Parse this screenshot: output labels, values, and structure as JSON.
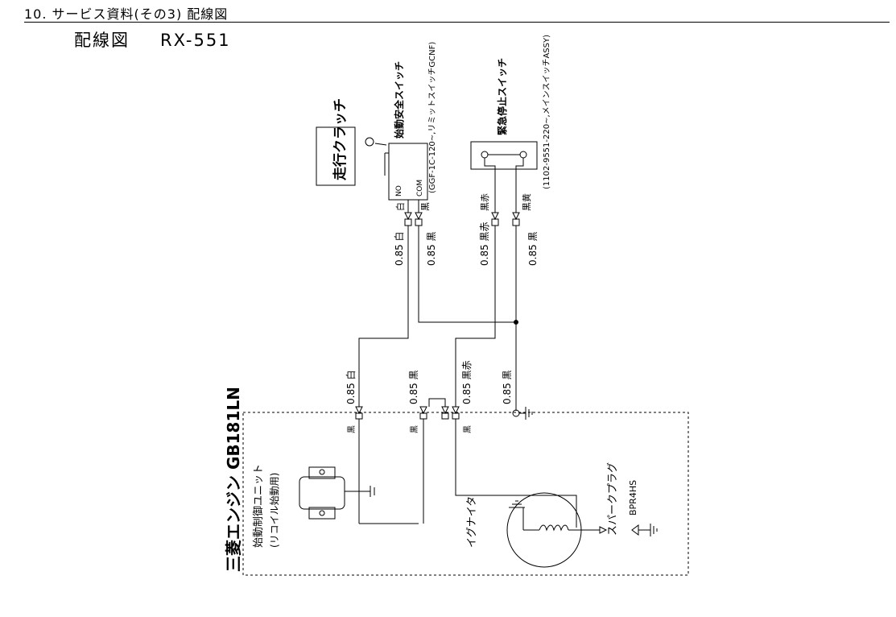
{
  "header": {
    "section": "10. サービス資料(その3) 配線図"
  },
  "subtitle": {
    "label": "配線図",
    "model": "RX-551"
  },
  "engine": {
    "name": "三菱エンジン GB181LN"
  },
  "components": {
    "pull_switch": {
      "name": "始動安全スイッチ",
      "part": "(GGF-1C-120~,リミットスイッチGCNF)",
      "no": "NO",
      "com": "COM"
    },
    "clutch": {
      "name": "走行クラッチ"
    },
    "stop_switch": {
      "name": "緊急停止スイッチ",
      "part": "(1102-9551-220~,メインスイッチASSY)"
    },
    "control_unit": {
      "name": "始動制御ユニット",
      "sub": "(リコイル始動用)"
    },
    "igniter": {
      "name": "イグナイタ"
    },
    "spark_plug": {
      "name": "スパークプラグ",
      "part": "BPR4HS"
    }
  },
  "wires": {
    "top": [
      {
        "code": "白",
        "spec": "0.85 白"
      },
      {
        "code": "黒",
        "spec": "0.85 黒"
      },
      {
        "code": "黒赤",
        "spec": "0.85 黒赤"
      },
      {
        "code": "黒黄",
        "spec": "0.85 黒"
      }
    ],
    "top_extra": "黒黄",
    "bottom": [
      {
        "spec": "0.85 白",
        "inner": "黒"
      },
      {
        "spec": "0.85 黒",
        "inner": "黒"
      },
      {
        "spec": "0.85 黒赤",
        "inner": "黒"
      },
      {
        "spec": "0.85 黒",
        "inner": ""
      }
    ]
  },
  "colors": {
    "line": "#000000",
    "frame": "#000000",
    "background": "#ffffff"
  }
}
